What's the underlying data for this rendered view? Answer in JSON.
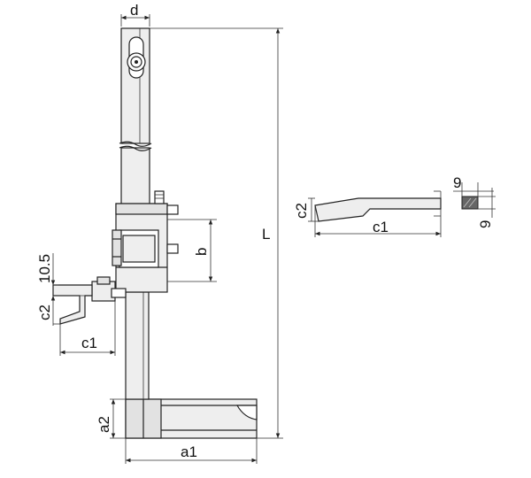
{
  "labels": {
    "d": "d",
    "L": "L",
    "b": "b",
    "c2_left": "c2",
    "c1_left": "c1",
    "dim_10_5": "10.5",
    "a2": "a2",
    "a1": "a1",
    "c2_right": "c2",
    "c1_right": "c1",
    "nine_top": "9",
    "nine_side": "9"
  },
  "colors": {
    "line": "#222222",
    "fill": "#eeeeee"
  }
}
